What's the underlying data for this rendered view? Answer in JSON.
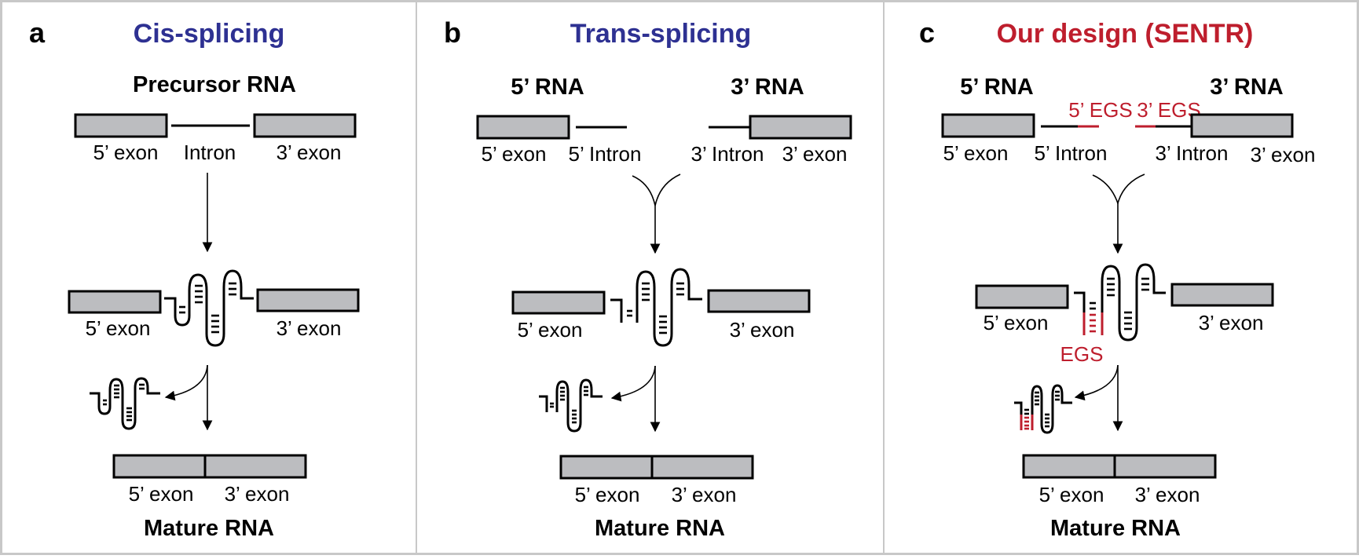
{
  "colors": {
    "title_blue": "#2e3192",
    "title_red": "#be1e2d",
    "exon_fill": "#bcbdc0",
    "egs_red": "#be1e2d",
    "frame": "#c8c8c8"
  },
  "panels": [
    {
      "letter": "a",
      "title": "Cis-splicing",
      "title_color": "blue",
      "precursor_heading": "Precursor RNA",
      "precursor_labels": [
        "5’ exon",
        "Intron",
        "3’ exon"
      ],
      "intermediate_labels": [
        "5’ exon",
        "3’ exon"
      ],
      "mature_labels": [
        "5’ exon",
        "3’ exon"
      ],
      "mature_heading": "Mature RNA"
    },
    {
      "letter": "b",
      "title": "Trans-splicing",
      "title_color": "blue",
      "five_rna_heading": "5’ RNA",
      "three_rna_heading": "3’ RNA",
      "precursor_labels": [
        "5’ exon",
        "5’ Intron",
        "3’ Intron",
        "3’ exon"
      ],
      "intermediate_labels": [
        "5’ exon",
        "3’ exon"
      ],
      "mature_labels": [
        "5’ exon",
        "3’ exon"
      ],
      "mature_heading": "Mature RNA"
    },
    {
      "letter": "c",
      "title": "Our design (SENTR)",
      "title_color": "red",
      "five_rna_heading": "5’ RNA",
      "three_rna_heading": "3’ RNA",
      "egs_labels": [
        "5’ EGS",
        "3’ EGS"
      ],
      "precursor_labels": [
        "5’ exon",
        "5’ Intron",
        "3’ Intron",
        "3’ exon"
      ],
      "intermediate_labels": [
        "5’ exon",
        "3’ exon"
      ],
      "egs_label": "EGS",
      "mature_labels": [
        "5’ exon",
        "3’ exon"
      ],
      "mature_heading": "Mature RNA"
    }
  ]
}
